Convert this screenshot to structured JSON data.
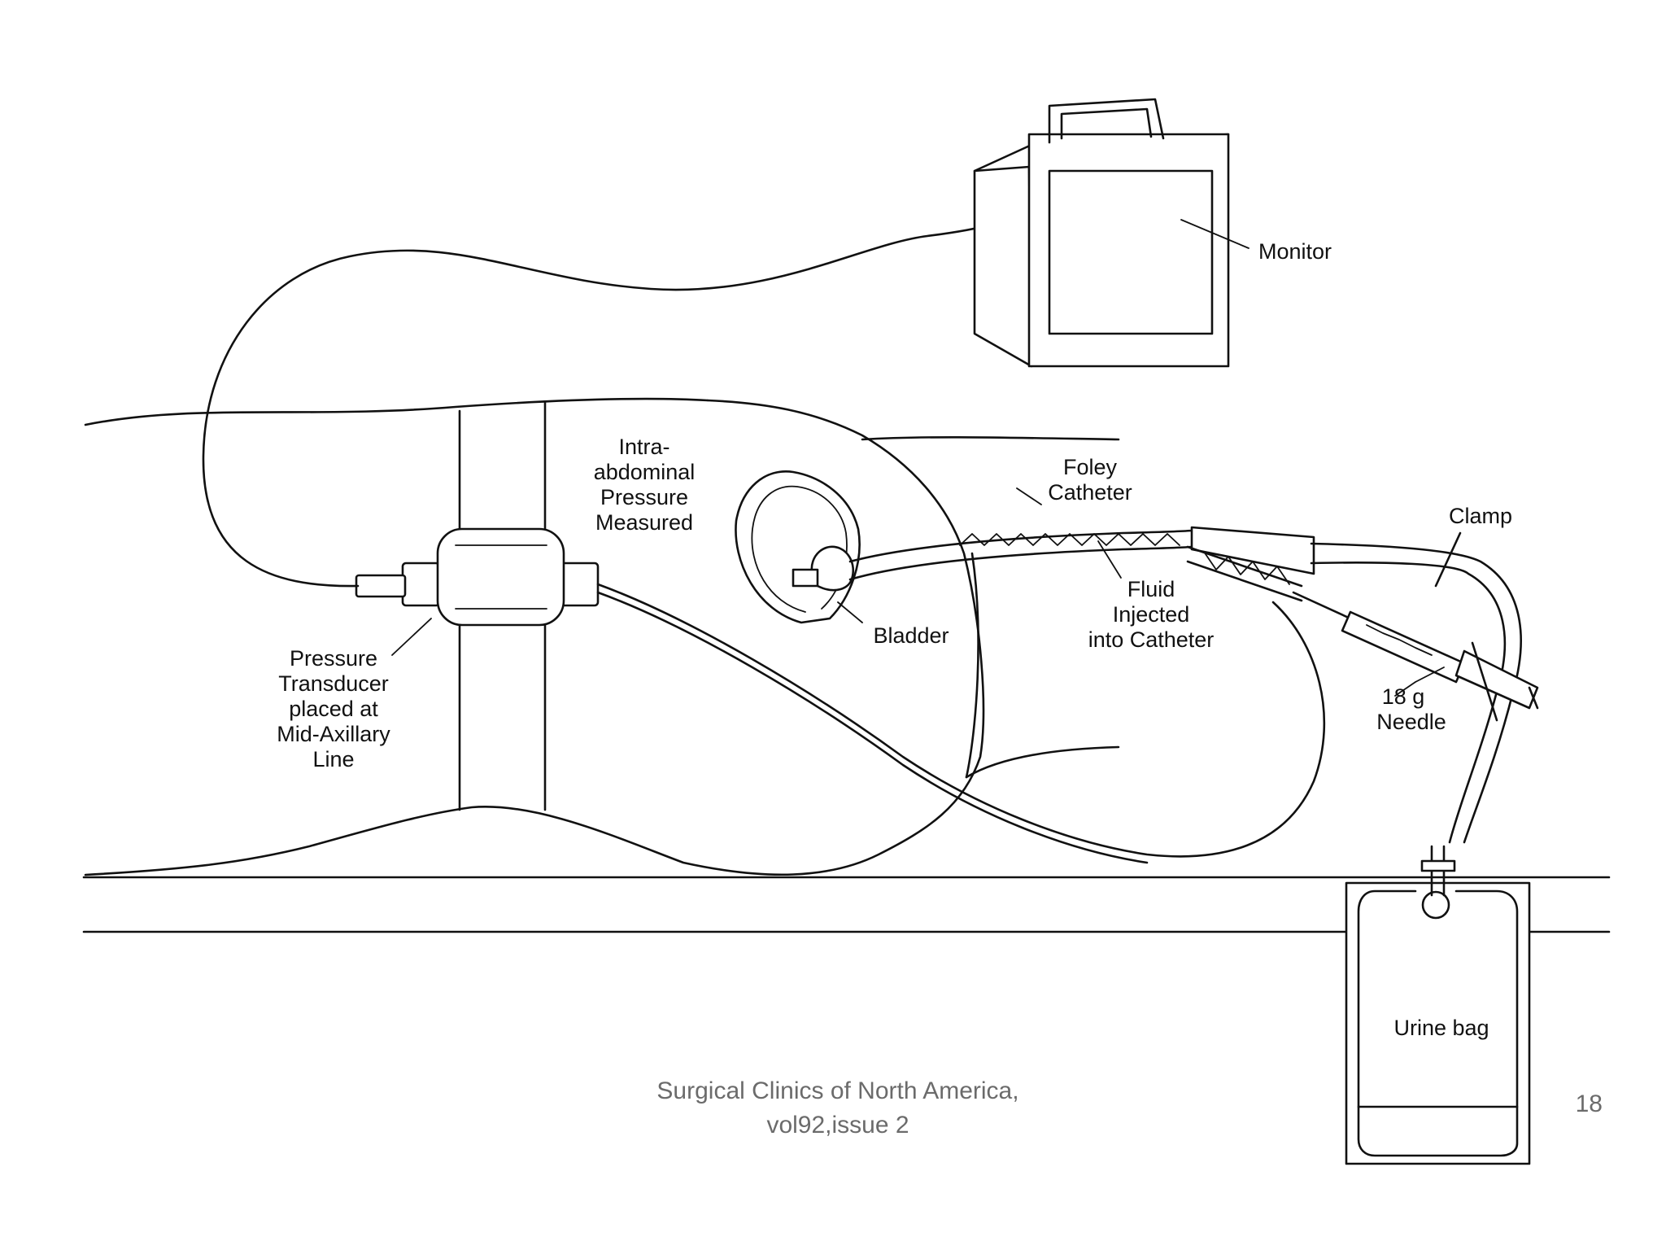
{
  "diagram": {
    "labels": {
      "monitor": "Monitor",
      "intra_abdominal": [
        "Intra-",
        "abdominal",
        "Pressure",
        "Measured"
      ],
      "foley": [
        "Foley",
        "Catheter"
      ],
      "clamp": "Clamp",
      "fluid": [
        "Fluid",
        "Injected",
        "into Catheter"
      ],
      "bladder": "Bladder",
      "needle": [
        "18 g",
        "Needle"
      ],
      "transducer": [
        "Pressure",
        "Transducer",
        "placed at",
        "Mid-Axillary",
        "Line"
      ],
      "urine_bag": "Urine bag"
    }
  },
  "footer": {
    "citation_line1": "Surgical Clinics of North America,",
    "citation_line2": "vol92,issue 2",
    "page_number": "18"
  },
  "colors": {
    "line": "#111111",
    "footer_text": "#6b6b6b",
    "background": "#ffffff"
  }
}
